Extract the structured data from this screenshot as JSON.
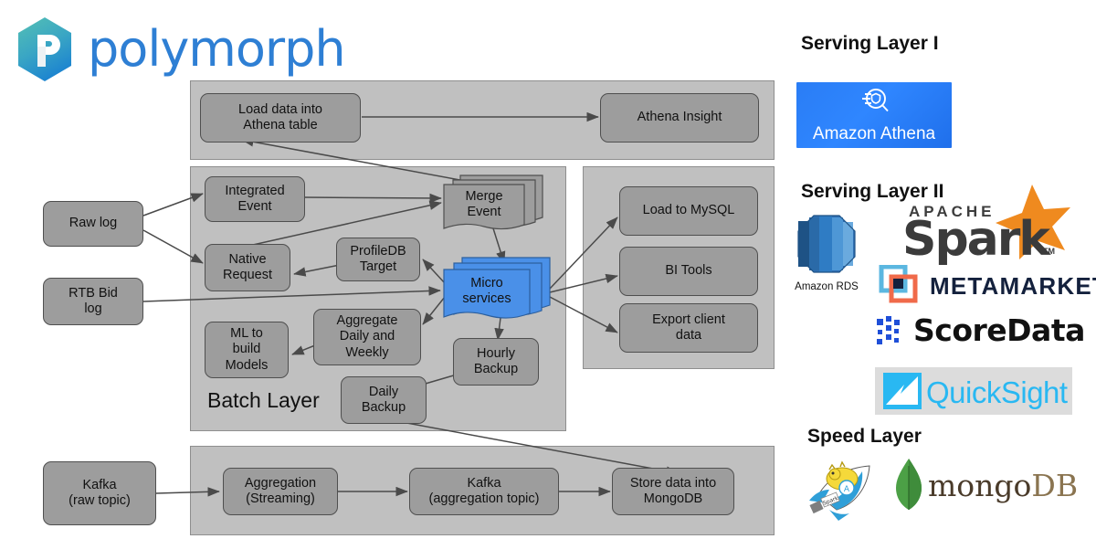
{
  "brand": {
    "name": "polymorph",
    "logo_icon": "polymorph-hexagon-p-logo"
  },
  "colors": {
    "panel_bg": "#c0c0c0",
    "box_fill": "#9d9d9d",
    "box_border": "#4f4f4f",
    "microservice_blue": "#4a90e8",
    "brand_blue": "#2e7fd4",
    "athena_blue": "#2f86ff",
    "spark_orange": "#ef8a1f",
    "mongo_green": "#4ca046",
    "quicksight_cyan": "#29b8f2"
  },
  "diagram": {
    "serving_panel": {
      "nodes": [
        {
          "id": "load-athena",
          "label": "Load data into\nAthena table"
        },
        {
          "id": "athena-insight",
          "label": "Athena Insight"
        }
      ]
    },
    "batch_panel": {
      "title": "Batch Layer",
      "nodes": [
        {
          "id": "integrated-event",
          "label": "Integrated\nEvent"
        },
        {
          "id": "native-request",
          "label": "Native\nRequest"
        },
        {
          "id": "profiledb-target",
          "label": "ProfileDB\nTarget"
        },
        {
          "id": "merge-event",
          "label": "Merge\nEvent",
          "shape": "stacked-document"
        },
        {
          "id": "micro-services",
          "label": "Micro\nservices",
          "shape": "stacked-document",
          "color": "#4a90e8"
        },
        {
          "id": "ml-models",
          "label": "ML to\nbuild\nModels"
        },
        {
          "id": "aggregate",
          "label": "Aggregate\nDaily and\nWeekly"
        },
        {
          "id": "hourly-backup",
          "label": "Hourly\nBackup"
        },
        {
          "id": "daily-backup",
          "label": "Daily\nBackup"
        }
      ]
    },
    "output_panel": {
      "nodes": [
        {
          "id": "load-mysql",
          "label": "Load to MySQL"
        },
        {
          "id": "bi-tools",
          "label": "BI Tools"
        },
        {
          "id": "export-client",
          "label": "Export client\ndata"
        }
      ]
    },
    "sources": [
      {
        "id": "raw-log",
        "label": "Raw log"
      },
      {
        "id": "rtb-bid-log",
        "label": "RTB Bid\nlog"
      },
      {
        "id": "kafka-raw",
        "label": "Kafka\n(raw topic)"
      }
    ],
    "speed_panel": {
      "nodes": [
        {
          "id": "aggregation-streaming",
          "label": "Aggregation\n(Streaming)"
        },
        {
          "id": "kafka-aggregation",
          "label": "Kafka\n(aggregation topic)"
        },
        {
          "id": "store-mongodb",
          "label": "Store data into\nMongoDB"
        }
      ]
    }
  },
  "rail": {
    "sections": [
      {
        "title": "Serving Layer I",
        "logos": [
          {
            "id": "amazon-athena",
            "name": "Amazon Athena",
            "icon": "athena-magnifier-icon"
          }
        ]
      },
      {
        "title": "Serving Layer II",
        "logos": [
          {
            "id": "amazon-rds",
            "name": "Amazon RDS",
            "icon": "rds-octagon-icon"
          },
          {
            "id": "apache-spark",
            "name": "Spark",
            "supertext": "APACHE",
            "trademark": "TM",
            "icon": "spark-star-icon"
          },
          {
            "id": "metamarkets",
            "name": "METAMARKETS",
            "icon": "metamarkets-squares-icon"
          },
          {
            "id": "scoredata",
            "name": "ScoreData",
            "icon": "scoredata-pixels-icon"
          },
          {
            "id": "quicksight",
            "name": "QuickSight",
            "icon": "quicksight-chart-icon"
          }
        ]
      },
      {
        "title": "Speed Layer",
        "logos": [
          {
            "id": "spark-streaming",
            "name": "Spark Streaming",
            "icon": "spark-streaming-rocket-icon"
          },
          {
            "id": "mongodb",
            "name": "mongo",
            "name_suffix": "DB",
            "icon": "mongodb-leaf-icon"
          }
        ]
      }
    ]
  }
}
